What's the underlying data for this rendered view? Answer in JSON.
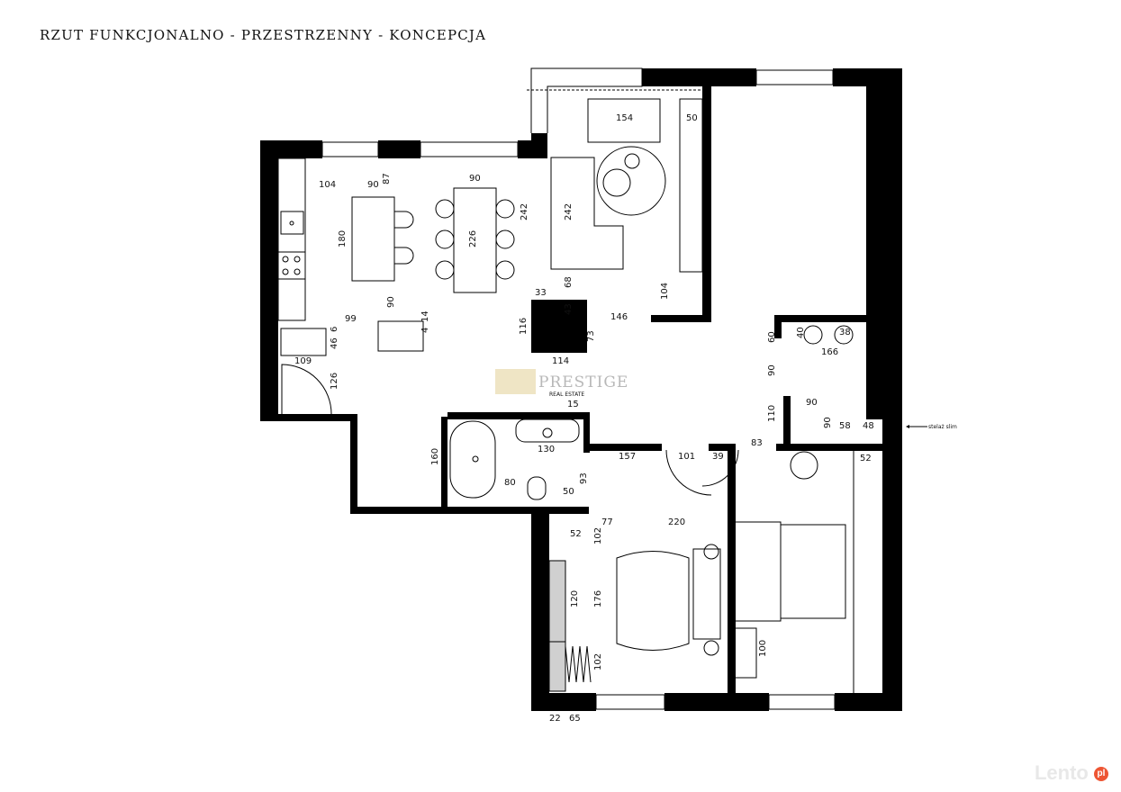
{
  "title": "RZUT FUNKCJONALNO - PRZESTRZENNY - KONCEPCJA",
  "watermark": {
    "brand": "PRESTIGE",
    "sub": "REAL ESTATE"
  },
  "note": "stelaż slim",
  "logo": {
    "text": "Lento",
    "badge": "pl"
  },
  "colors": {
    "wall": "#000000",
    "furniture_gray": "#d0d0d0",
    "watermark": "#e6d9a8"
  },
  "dims": {
    "kitchen": [
      "104",
      "90",
      "87",
      "180",
      "90",
      "99",
      "14",
      "4",
      "6",
      "46",
      "109",
      "126",
      "90",
      "226",
      "242",
      "33",
      "116",
      "114"
    ],
    "living": [
      "154",
      "50",
      "242",
      "68",
      "43",
      "146",
      "73",
      "104"
    ],
    "bath_wc": [
      "60",
      "40",
      "38",
      "166",
      "90",
      "110",
      "90",
      "90",
      "58",
      "48",
      "83"
    ],
    "bathroom": [
      "15",
      "130",
      "80",
      "50",
      "93",
      "160"
    ],
    "bedroom1": [
      "157",
      "101",
      "39",
      "77",
      "220",
      "52",
      "102",
      "176",
      "120",
      "102",
      "22",
      "65"
    ],
    "bedroom2": [
      "52",
      "100"
    ]
  }
}
